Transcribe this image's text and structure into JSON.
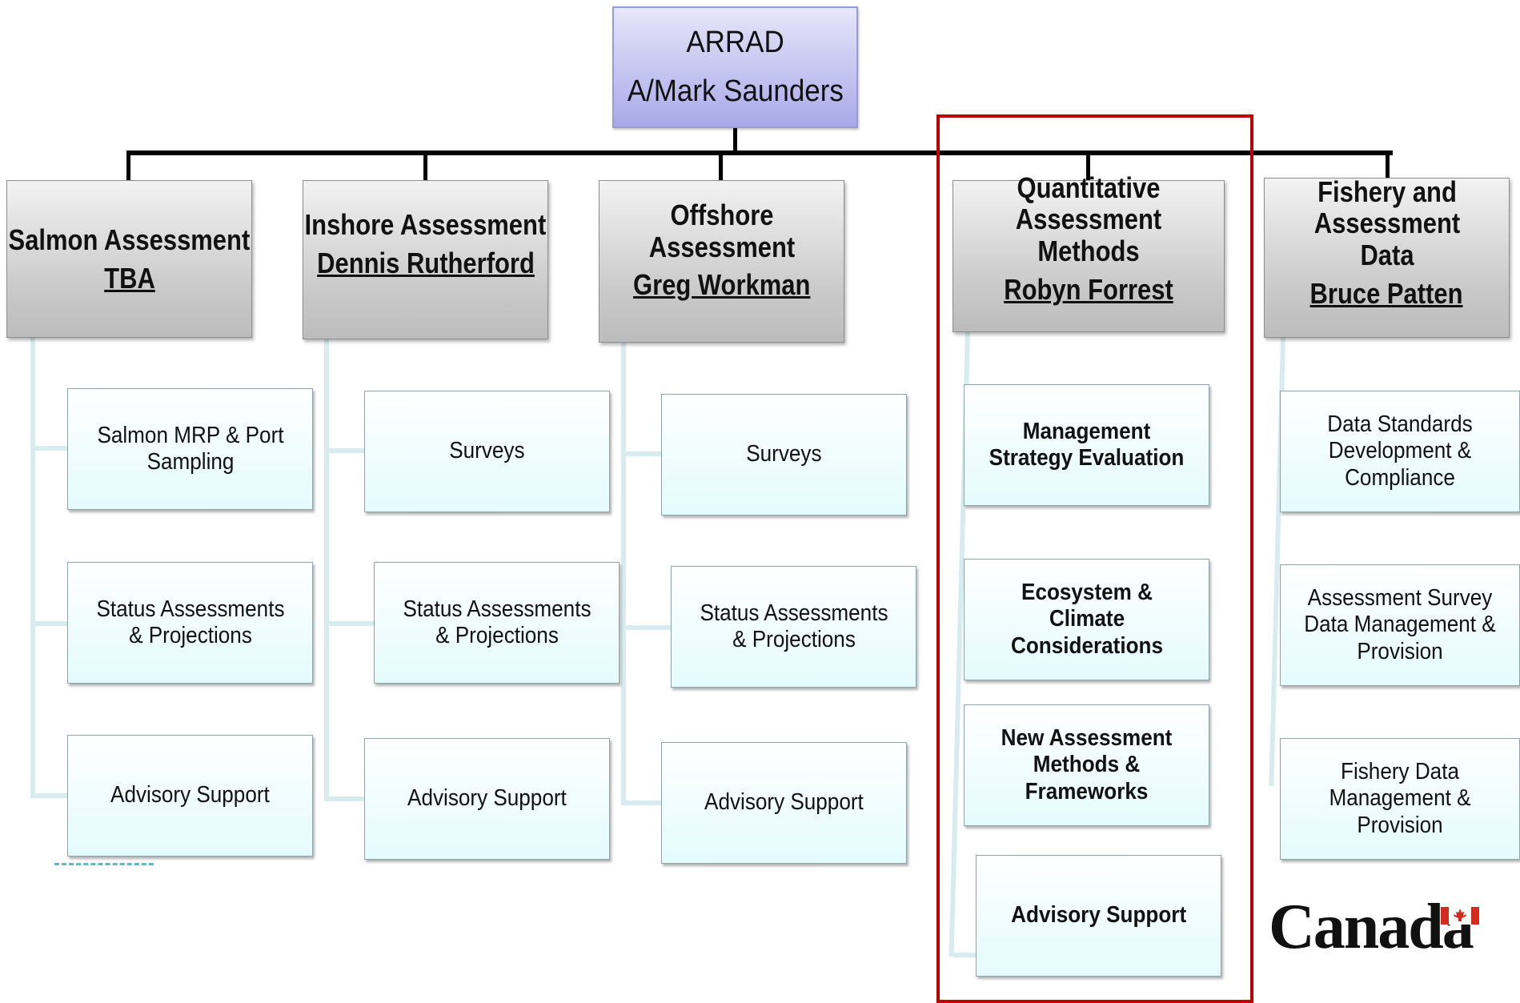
{
  "root": {
    "title": "ARRAD",
    "name": "A/Mark Saunders"
  },
  "divisions": [
    {
      "title": "Salmon Assessment",
      "lead": "TBA",
      "items": [
        "Salmon MRP & Port Sampling",
        "Status Assessments & Projections",
        "Advisory Support"
      ]
    },
    {
      "title": "Inshore Assessment",
      "lead": "Dennis Rutherford",
      "items": [
        "Surveys",
        "Status Assessments & Projections",
        "Advisory Support"
      ]
    },
    {
      "title": "Offshore Assessment",
      "lead": "Greg Workman",
      "items": [
        "Surveys",
        "Status Assessments & Projections",
        "Advisory Support"
      ]
    },
    {
      "title": "Quantitative Assessment Methods",
      "lead": "Robyn Forrest",
      "items": [
        "Management Strategy Evaluation",
        "Ecosystem & Climate Considerations",
        "New Assessment Methods & Frameworks",
        "Advisory Support"
      ]
    },
    {
      "title": "Fishery and Assessment Data",
      "lead": "Bruce Patten",
      "items": [
        "Data Standards Development & Compliance",
        "Assessment Survey Data Management & Provision",
        "Fishery Data Management & Provision"
      ]
    }
  ],
  "logo": {
    "wordmark": "Canada"
  },
  "colors": {
    "highlight": "#c00000",
    "root_fill": "#b4b4ec",
    "sub_fill": "#e4fbfd",
    "flag_red": "#d52b1e"
  }
}
